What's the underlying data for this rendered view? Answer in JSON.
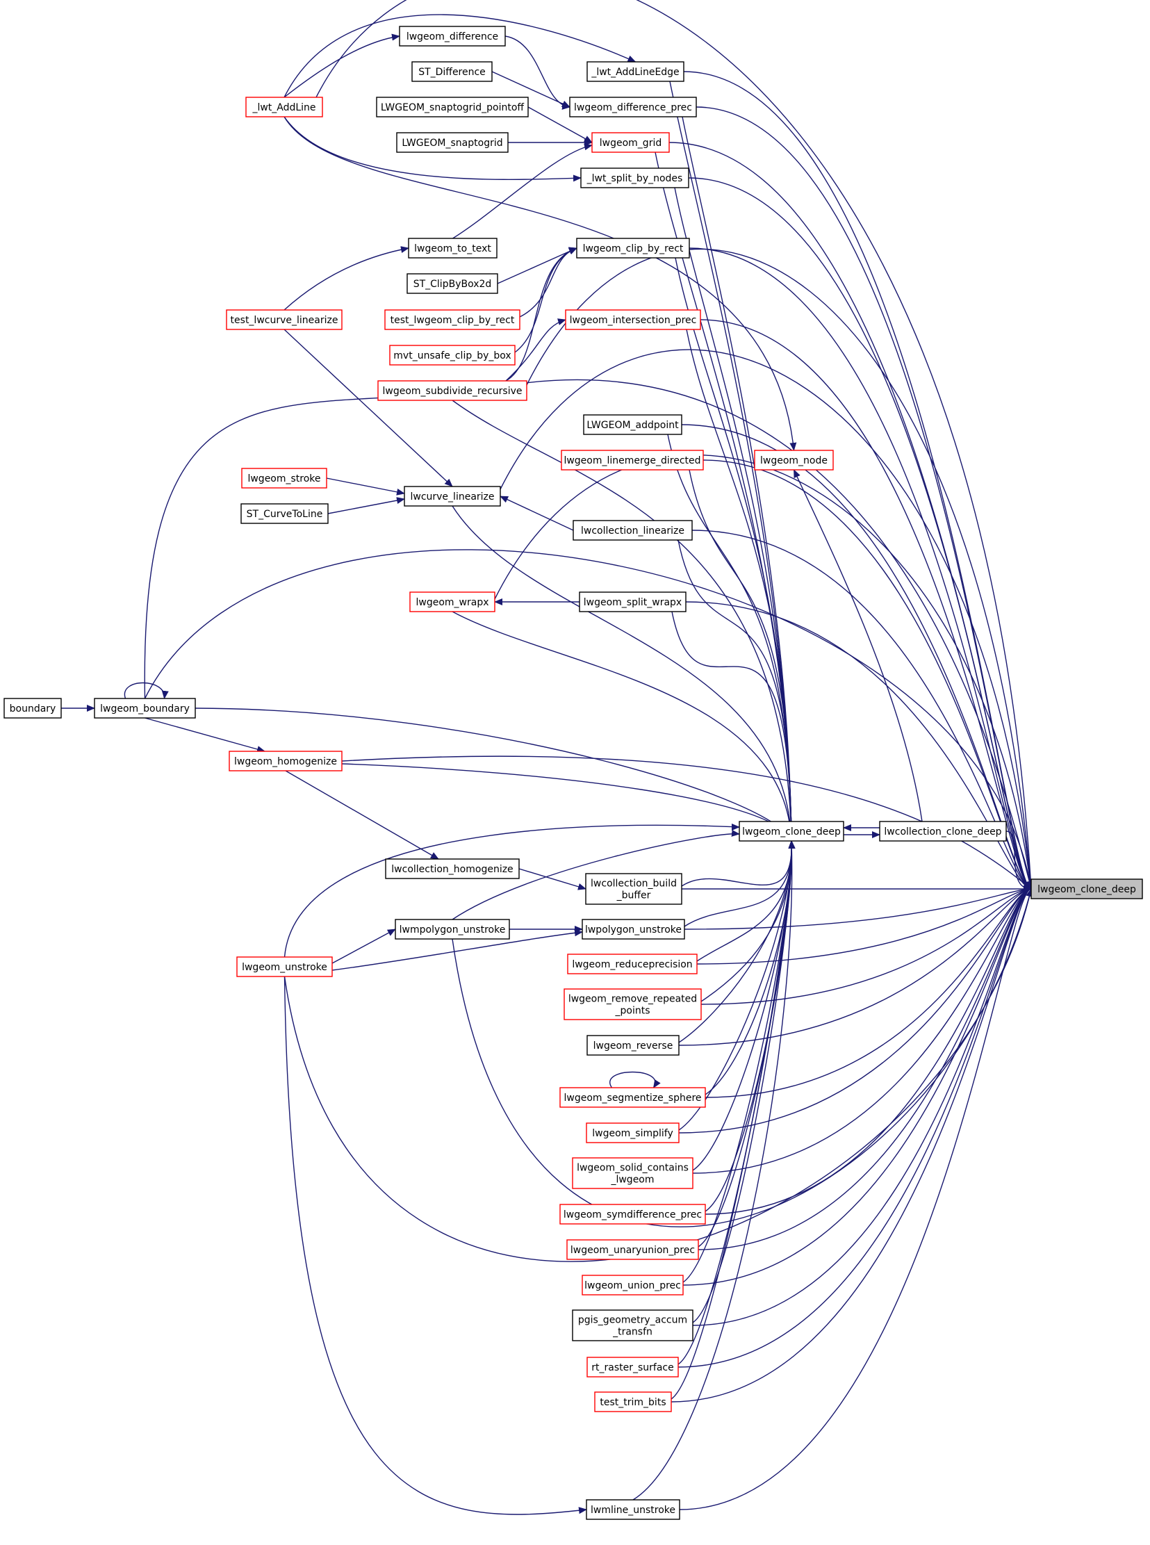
{
  "colors": {
    "edge": "#191970",
    "node_border_black": "#000000",
    "node_border_red": "#ff0000",
    "focus_fill": "#bfbfbf",
    "node_fill": "#ffffff"
  },
  "focus": "lwgeom_clone_deep",
  "nodes": [
    {
      "id": "boundary",
      "lines": [
        "boundary"
      ],
      "style": "black"
    },
    {
      "id": "lwgeom_boundary",
      "lines": [
        "lwgeom_boundary"
      ],
      "style": "black"
    },
    {
      "id": "_lwt_AddLine",
      "lines": [
        "_lwt_AddLine"
      ],
      "style": "red"
    },
    {
      "id": "test_lwcurve_linearize",
      "lines": [
        "test_lwcurve_linearize"
      ],
      "style": "red"
    },
    {
      "id": "lwgeom_homogenize",
      "lines": [
        "lwgeom_homogenize"
      ],
      "style": "red"
    },
    {
      "id": "lwgeom_unstroke",
      "lines": [
        "lwgeom_unstroke"
      ],
      "style": "red"
    },
    {
      "id": "lwgeom_stroke",
      "lines": [
        "lwgeom_stroke"
      ],
      "style": "red"
    },
    {
      "id": "ST_CurveToLine",
      "lines": [
        "ST_CurveToLine"
      ],
      "style": "black"
    },
    {
      "id": "lwgeom_difference",
      "lines": [
        "lwgeom_difference"
      ],
      "style": "black"
    },
    {
      "id": "ST_Difference",
      "lines": [
        "ST_Difference"
      ],
      "style": "black"
    },
    {
      "id": "LWGEOM_snaptogrid_pointoff",
      "lines": [
        "LWGEOM_snaptogrid_pointoff"
      ],
      "style": "black"
    },
    {
      "id": "LWGEOM_snaptogrid",
      "lines": [
        "LWGEOM_snaptogrid"
      ],
      "style": "black"
    },
    {
      "id": "lwgeom_to_text",
      "lines": [
        "lwgeom_to_text"
      ],
      "style": "black"
    },
    {
      "id": "ST_ClipByBox2d",
      "lines": [
        "ST_ClipByBox2d"
      ],
      "style": "black"
    },
    {
      "id": "test_lwgeom_clip_by_rect",
      "lines": [
        "test_lwgeom_clip_by_rect"
      ],
      "style": "red"
    },
    {
      "id": "mvt_unsafe_clip_by_box",
      "lines": [
        "mvt_unsafe_clip_by_box"
      ],
      "style": "red"
    },
    {
      "id": "lwgeom_subdivide_recursive",
      "lines": [
        "lwgeom_subdivide_recursive"
      ],
      "style": "red"
    },
    {
      "id": "lwcurve_linearize",
      "lines": [
        "lwcurve_linearize"
      ],
      "style": "black"
    },
    {
      "id": "lwgeom_wrapx",
      "lines": [
        "lwgeom_wrapx"
      ],
      "style": "red"
    },
    {
      "id": "lwcollection_homogenize",
      "lines": [
        "lwcollection_homogenize"
      ],
      "style": "black"
    },
    {
      "id": "lwmpolygon_unstroke",
      "lines": [
        "lwmpolygon_unstroke"
      ],
      "style": "black"
    },
    {
      "id": "_lwt_AddLineEdge",
      "lines": [
        "_lwt_AddLineEdge"
      ],
      "style": "black"
    },
    {
      "id": "lwgeom_difference_prec",
      "lines": [
        "lwgeom_difference_prec"
      ],
      "style": "black"
    },
    {
      "id": "lwgeom_grid",
      "lines": [
        "lwgeom_grid"
      ],
      "style": "red"
    },
    {
      "id": "_lwt_split_by_nodes",
      "lines": [
        "_lwt_split_by_nodes"
      ],
      "style": "black"
    },
    {
      "id": "lwgeom_clip_by_rect",
      "lines": [
        "lwgeom_clip_by_rect"
      ],
      "style": "black"
    },
    {
      "id": "lwgeom_intersection_prec",
      "lines": [
        "lwgeom_intersection_prec"
      ],
      "style": "red"
    },
    {
      "id": "LWGEOM_addpoint",
      "lines": [
        "LWGEOM_addpoint"
      ],
      "style": "black"
    },
    {
      "id": "lwgeom_linemerge_directed",
      "lines": [
        "lwgeom_linemerge_directed"
      ],
      "style": "red"
    },
    {
      "id": "lwgeom_node",
      "lines": [
        "lwgeom_node"
      ],
      "style": "red"
    },
    {
      "id": "lwcollection_linearize",
      "lines": [
        "lwcollection_linearize"
      ],
      "style": "black"
    },
    {
      "id": "lwgeom_split_wrapx",
      "lines": [
        "lwgeom_split_wrapx"
      ],
      "style": "black"
    },
    {
      "id": "lwgeom_clone_deep",
      "lines": [
        "lwgeom_clone_deep"
      ],
      "style": "black"
    },
    {
      "id": "lwcollection_clone_deep",
      "lines": [
        "lwcollection_clone_deep"
      ],
      "style": "black"
    },
    {
      "id": "lwgeom_clone_deep_focus",
      "lines": [
        "lwgeom_clone_deep"
      ],
      "style": "focus"
    },
    {
      "id": "lwcollection_build_buffer",
      "lines": [
        "lwcollection_build",
        "_buffer"
      ],
      "style": "black"
    },
    {
      "id": "lwpolygon_unstroke",
      "lines": [
        "lwpolygon_unstroke"
      ],
      "style": "black"
    },
    {
      "id": "lwgeom_reduceprecision",
      "lines": [
        "lwgeom_reduceprecision"
      ],
      "style": "red"
    },
    {
      "id": "lwgeom_remove_repeated_points",
      "lines": [
        "lwgeom_remove_repeated",
        "_points"
      ],
      "style": "red"
    },
    {
      "id": "lwgeom_reverse",
      "lines": [
        "lwgeom_reverse"
      ],
      "style": "black"
    },
    {
      "id": "lwgeom_segmentize_sphere",
      "lines": [
        "lwgeom_segmentize_sphere"
      ],
      "style": "red"
    },
    {
      "id": "lwgeom_simplify",
      "lines": [
        "lwgeom_simplify"
      ],
      "style": "red"
    },
    {
      "id": "lwgeom_solid_contains_lwgeom",
      "lines": [
        "lwgeom_solid_contains",
        "_lwgeom"
      ],
      "style": "red"
    },
    {
      "id": "lwgeom_symdifference_prec",
      "lines": [
        "lwgeom_symdifference_prec"
      ],
      "style": "red"
    },
    {
      "id": "lwgeom_unaryunion_prec",
      "lines": [
        "lwgeom_unaryunion_prec"
      ],
      "style": "red"
    },
    {
      "id": "lwgeom_union_prec",
      "lines": [
        "lwgeom_union_prec"
      ],
      "style": "red"
    },
    {
      "id": "pgis_geometry_accum_transfn",
      "lines": [
        "pgis_geometry_accum",
        "_transfn"
      ],
      "style": "black"
    },
    {
      "id": "rt_raster_surface",
      "lines": [
        "rt_raster_surface"
      ],
      "style": "red"
    },
    {
      "id": "test_trim_bits",
      "lines": [
        "test_trim_bits"
      ],
      "style": "red"
    },
    {
      "id": "lwmline_unstroke",
      "lines": [
        "lwmline_unstroke"
      ],
      "style": "black"
    }
  ]
}
